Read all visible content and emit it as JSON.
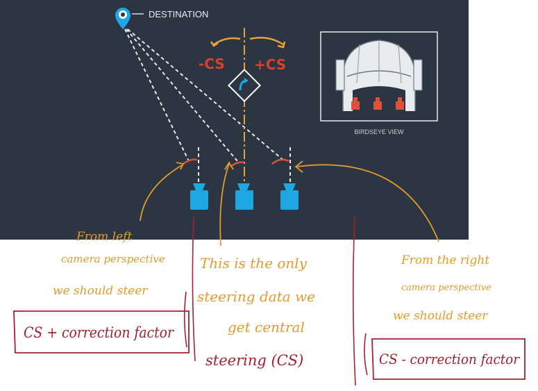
{
  "diagram": {
    "destination_label": "DESTINATION",
    "minus_cs": "-CS",
    "plus_cs": "+CS",
    "birdseye_label": "BIRDSEYE VIEW"
  },
  "annotations": {
    "left": [
      "From left",
      "camera perspective",
      "we should steer"
    ],
    "left_box": "CS + correction factor",
    "center": [
      "This is the only",
      "steering data we",
      "get central",
      "steering (CS)"
    ],
    "right": [
      "From the right",
      "camera perspective",
      "we should steer"
    ],
    "right_box": "CS - correction factor"
  },
  "colors": {
    "panel": "#2c3643",
    "camera": "#1ea7e1",
    "orange": "#e8a23a",
    "red": "#e0503c",
    "pen_red": "#a4202e",
    "pen_orange": "#e59a2a"
  }
}
